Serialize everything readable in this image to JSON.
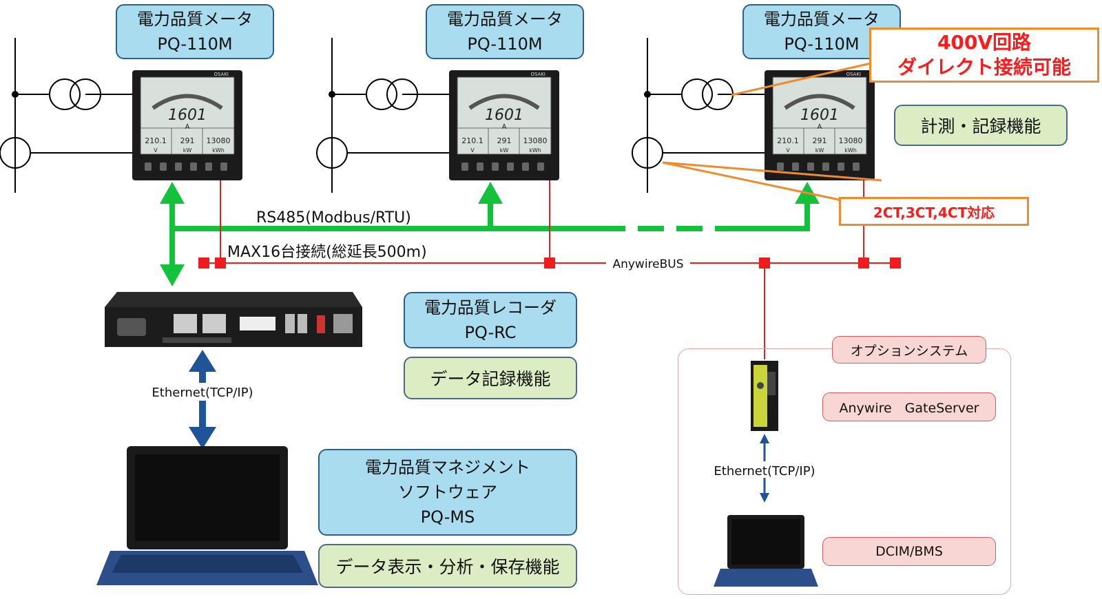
{
  "meters": [
    {
      "title": "電力品質メータ",
      "model": "PQ-110M"
    },
    {
      "title": "電力品質メータ",
      "model": "PQ-110M"
    },
    {
      "title": "電力品質メータ",
      "model": "PQ-110M"
    }
  ],
  "meter_display": {
    "brand": "OSAKI",
    "main_value": "1601",
    "unit": "A",
    "v1": "210.1",
    "v2": "291",
    "v3": "13080",
    "u1": "V",
    "u2": "kW",
    "u3": "kWh"
  },
  "callout_400v": {
    "line1": "400V回路",
    "line2": "ダイレクト接続可能"
  },
  "measure_feature": "計測・記録機能",
  "ct_support": "2CT,3CT,4CT対応",
  "rs485_label": "RS485(Modbus/RTU)",
  "max_label": "MAX16台接続(総延長500m)",
  "bus_label": "AnywireBUS",
  "recorder": {
    "title": "電力品質レコーダ",
    "model": "PQ-RC",
    "feature": "データ記録機能"
  },
  "ethernet_left": "Ethernet(TCP/IP)",
  "software": {
    "line1": "電力品質マネジメント",
    "line2": "ソフトウェア",
    "line3": "PQ-MS",
    "feature": "データ表示・分析・保存機能"
  },
  "option": {
    "title": "オプションシステム",
    "gateserver": "Anywire　GateServer",
    "ethernet": "Ethernet(TCP/IP)",
    "dcim": "DCIM/BMS"
  },
  "colors": {
    "rs485_green": "#11c23a",
    "bus_red": "#ee1c1c",
    "ethernet_blue": "#1f5598",
    "callout_orange": "#f08a2c",
    "box_blue": "#a9dcef",
    "box_green": "#dcedc4",
    "box_pink": "#f7d6d4"
  }
}
